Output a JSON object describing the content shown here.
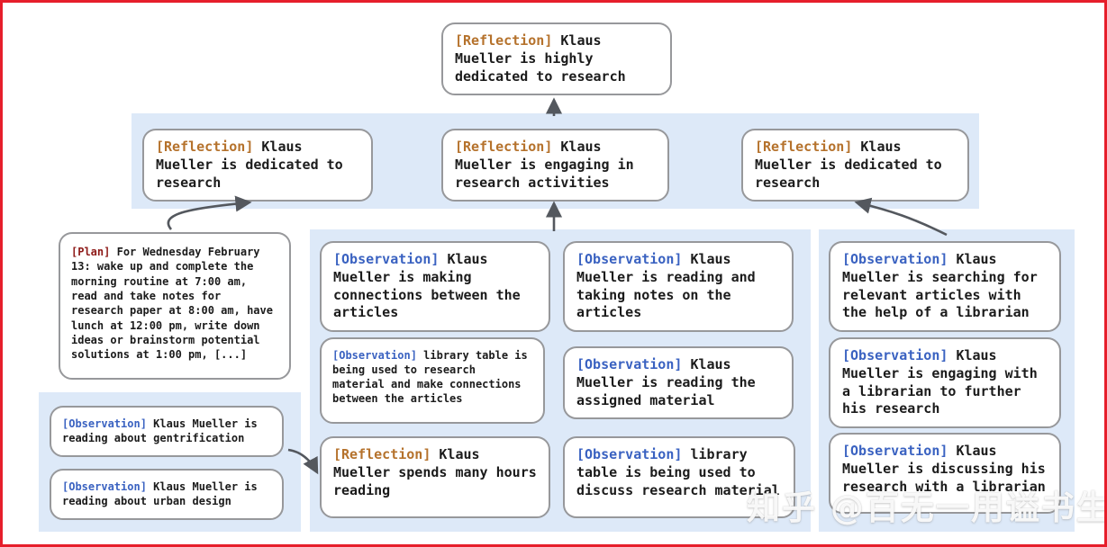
{
  "colors": {
    "reflection_tag": "#b5722c",
    "observation_tag": "#3a62c1",
    "plan_tag": "#8e1a18",
    "band_bg": "#dde9f8",
    "box_border": "#97989b",
    "arrow": "#54585e",
    "frame_border": "#e61e2b",
    "text": "#1b1b1b"
  },
  "watermark": {
    "text": "知乎 @百无一用谥书生"
  },
  "nodes": {
    "top_reflection": {
      "tag": "[Reflection]",
      "text": "Klaus Mueller is highly dedicated to research"
    },
    "row2_left": {
      "tag": "[Reflection]",
      "text": "Klaus Mueller is dedicated to research"
    },
    "row2_center": {
      "tag": "[Reflection]",
      "text": "Klaus Mueller is engaging in research activities"
    },
    "row2_right": {
      "tag": "[Reflection]",
      "text": "Klaus Mueller is dedicated to research"
    },
    "plan": {
      "tag": "[Plan]",
      "text": "For Wednesday February 13: wake up and complete the morning routine at 7:00 am, read and take notes for research paper at 8:00 am, have lunch at 12:00 pm, write down ideas or brainstorm potential solutions at 1:00 pm, [...]"
    },
    "left_obs_1": {
      "tag": "[Observation]",
      "text": "Klaus Mueller is reading about gentrification"
    },
    "left_obs_2": {
      "tag": "[Observation]",
      "text": "Klaus Mueller is reading about urban design"
    },
    "mid_a1": {
      "tag": "[Observation]",
      "text": "Klaus Mueller is making connections between the articles"
    },
    "mid_a2": {
      "tag": "[Observation]",
      "text": "library table is being used to research material and make connections between the articles"
    },
    "mid_a3": {
      "tag": "[Reflection]",
      "text": "Klaus Mueller spends many hours reading"
    },
    "mid_b1": {
      "tag": "[Observation]",
      "text": "Klaus Mueller is reading and taking notes on the articles"
    },
    "mid_b2": {
      "tag": "[Observation]",
      "text": "Klaus Mueller is reading the assigned material"
    },
    "mid_b3": {
      "tag": "[Observation]",
      "text": "library table is being used to discuss research material"
    },
    "right_1": {
      "tag": "[Observation]",
      "text": "Klaus Mueller is searching for relevant articles with the help of a librarian"
    },
    "right_2": {
      "tag": "[Observation]",
      "text": "Klaus Mueller is engaging with a librarian to further his research"
    },
    "right_3": {
      "tag": "[Observation]",
      "text": "Klaus Mueller is discussing his research with a librarian"
    }
  }
}
